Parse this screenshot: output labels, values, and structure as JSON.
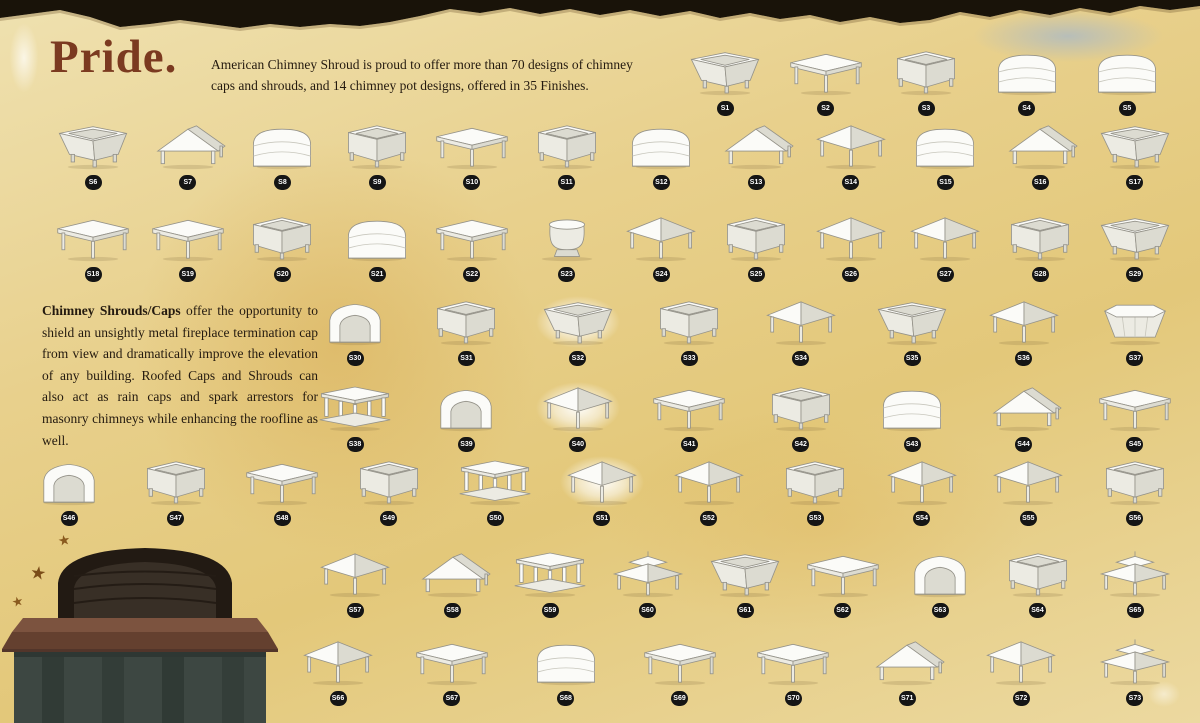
{
  "header": {
    "title": "Pride.",
    "intro": "American Chimney Shroud is proud to offer more than 70 designs of chimney caps and shrouds, and 14 chimney pot designs, offered in 35 Finishes."
  },
  "body_text": {
    "lead": "Chimney Shrouds/Caps",
    "rest": " offer the opportunity to shield an unsightly metal fireplace termination cap from view and dramatically improve the elevation of any building. Roofed Caps and Shrouds can also act as rain caps and spark arrestors for masonry chimneys while enhancing the roofline as well."
  },
  "colors": {
    "title_brown": "#7b3a20",
    "badge_bg": "#151515",
    "badge_text": "#ffffff",
    "page_gold": "#e5c87c"
  },
  "decorations": {
    "star_glyph": "★"
  },
  "shroud_rows": [
    {
      "items": [
        {
          "id": "S1",
          "shape": "flared"
        },
        {
          "id": "S2",
          "shape": "table"
        },
        {
          "id": "S3",
          "shape": "box"
        },
        {
          "id": "S4",
          "shape": "barrel"
        },
        {
          "id": "S5",
          "shape": "barrel"
        }
      ]
    },
    {
      "items": [
        {
          "id": "S6",
          "shape": "flared"
        },
        {
          "id": "S7",
          "shape": "gable"
        },
        {
          "id": "S8",
          "shape": "barrel"
        },
        {
          "id": "S9",
          "shape": "box"
        },
        {
          "id": "S10",
          "shape": "table"
        },
        {
          "id": "S11",
          "shape": "box"
        },
        {
          "id": "S12",
          "shape": "barrel"
        },
        {
          "id": "S13",
          "shape": "gable"
        },
        {
          "id": "S14",
          "shape": "hip"
        },
        {
          "id": "S15",
          "shape": "barrel"
        },
        {
          "id": "S16",
          "shape": "gable"
        },
        {
          "id": "S17",
          "shape": "flared"
        }
      ]
    },
    {
      "items": [
        {
          "id": "S18",
          "shape": "table"
        },
        {
          "id": "S19",
          "shape": "table"
        },
        {
          "id": "S20",
          "shape": "box"
        },
        {
          "id": "S21",
          "shape": "barrel"
        },
        {
          "id": "S22",
          "shape": "table"
        },
        {
          "id": "S23",
          "shape": "pot"
        },
        {
          "id": "S24",
          "shape": "hip"
        },
        {
          "id": "S25",
          "shape": "box"
        },
        {
          "id": "S26",
          "shape": "hip"
        },
        {
          "id": "S27",
          "shape": "hip"
        },
        {
          "id": "S28",
          "shape": "box"
        },
        {
          "id": "S29",
          "shape": "flared"
        }
      ]
    },
    {
      "items": [
        {
          "id": "S30",
          "shape": "arch"
        },
        {
          "id": "S31",
          "shape": "box"
        },
        {
          "id": "S32",
          "shape": "flared",
          "highlight": true
        },
        {
          "id": "S33",
          "shape": "box"
        },
        {
          "id": "S34",
          "shape": "hip"
        },
        {
          "id": "S35",
          "shape": "flared"
        },
        {
          "id": "S36",
          "shape": "hip"
        },
        {
          "id": "S37",
          "shape": "octagon"
        }
      ]
    },
    {
      "items": [
        {
          "id": "S38",
          "shape": "column"
        },
        {
          "id": "S39",
          "shape": "arch"
        },
        {
          "id": "S40",
          "shape": "hip",
          "highlight": true
        },
        {
          "id": "S41",
          "shape": "table"
        },
        {
          "id": "S42",
          "shape": "box"
        },
        {
          "id": "S43",
          "shape": "barrel"
        },
        {
          "id": "S44",
          "shape": "gable"
        },
        {
          "id": "S45",
          "shape": "table"
        }
      ]
    },
    {
      "items": [
        {
          "id": "S46",
          "shape": "arch"
        },
        {
          "id": "S47",
          "shape": "box"
        },
        {
          "id": "S48",
          "shape": "table"
        },
        {
          "id": "S49",
          "shape": "box"
        },
        {
          "id": "S50",
          "shape": "column"
        },
        {
          "id": "S51",
          "shape": "hip",
          "highlight": true
        },
        {
          "id": "S52",
          "shape": "hip"
        },
        {
          "id": "S53",
          "shape": "box"
        },
        {
          "id": "S54",
          "shape": "hip"
        },
        {
          "id": "S55",
          "shape": "hip"
        },
        {
          "id": "S56",
          "shape": "box"
        }
      ]
    },
    {
      "items": [
        {
          "id": "S57",
          "shape": "hip"
        },
        {
          "id": "S58",
          "shape": "gable"
        },
        {
          "id": "S59",
          "shape": "column"
        },
        {
          "id": "S60",
          "shape": "pagoda"
        },
        {
          "id": "S61",
          "shape": "flared"
        },
        {
          "id": "S62",
          "shape": "table"
        },
        {
          "id": "S63",
          "shape": "arch"
        },
        {
          "id": "S64",
          "shape": "box"
        },
        {
          "id": "S65",
          "shape": "pagoda"
        }
      ]
    },
    {
      "items": [
        {
          "id": "S66",
          "shape": "hip"
        },
        {
          "id": "S67",
          "shape": "table"
        },
        {
          "id": "S68",
          "shape": "barrel"
        },
        {
          "id": "S69",
          "shape": "table"
        },
        {
          "id": "S70",
          "shape": "table"
        },
        {
          "id": "S71",
          "shape": "gable"
        },
        {
          "id": "S72",
          "shape": "hip"
        },
        {
          "id": "S73",
          "shape": "pagoda"
        }
      ]
    }
  ]
}
